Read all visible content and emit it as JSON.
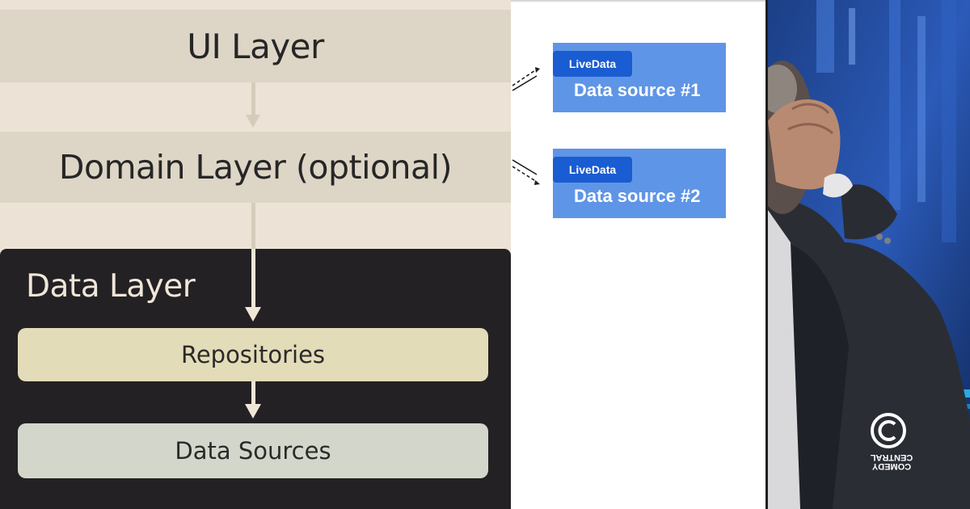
{
  "architecture": {
    "ui_layer": "UI Layer",
    "domain_layer": "Domain Layer (optional)",
    "data_layer": {
      "title": "Data Layer",
      "repositories": "Repositories",
      "data_sources": "Data Sources"
    }
  },
  "livedata": {
    "sources": [
      {
        "chip": "LiveData",
        "label": "Data source #1"
      },
      {
        "chip": "LiveData",
        "label": "Data source #2"
      }
    ]
  },
  "photo": {
    "watermark": "COMEDY CENTRAL"
  },
  "colors": {
    "beige_bg": "#ece3d6",
    "band": "#ddd5c6",
    "data_layer_bg": "#242124",
    "repositories": "#e3dcb8",
    "data_sources": "#d3d7cb",
    "card_blue": "#5f95e6",
    "chip_blue": "#1a5cd1"
  }
}
